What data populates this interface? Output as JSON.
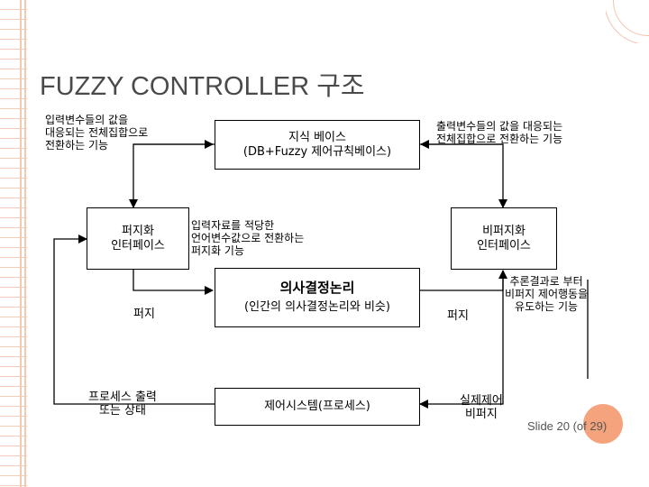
{
  "title": "FUZZY CONTROLLER 구조",
  "labels": {
    "input_mapping": [
      "입력변수들의 값을",
      "대응되는 전체집합으로",
      "전환하는 기능"
    ],
    "output_mapping": [
      "출력변수들의 값을 대응되는",
      "전체집합으로 전환하는 기능"
    ],
    "fuzzify_function": [
      "입력자료를 적당한",
      "언어변수값으로 전환하는",
      "퍼지화 기능"
    ],
    "defuzzify_function": [
      "추론결과로 부터",
      "비퍼지 제어행동을",
      "유도하는 기능"
    ],
    "fuzzy_left": "퍼지",
    "fuzzy_right": "퍼지",
    "process_output": [
      "프로세스 출력",
      "또는 상태"
    ],
    "actual_control": [
      "실제제어",
      "비퍼지"
    ]
  },
  "boxes": {
    "knowledge_base": [
      "지식 베이스",
      "(DB+Fuzzy 제어규칙베이스)"
    ],
    "fuzzification": [
      "퍼지화",
      "인터페이스"
    ],
    "defuzzification": [
      "비퍼지화",
      "인터페이스"
    ],
    "decision_logic_title": "의사결정논리",
    "decision_logic_sub": "(인간의 의사결정논리와 비슷)",
    "control_system": "제어시스템(프로세스)"
  },
  "slide": {
    "text": "Slide 20 (of 29)"
  },
  "colors": {
    "accent": "#f4a37c",
    "margin_lines": "#f2c9b3"
  }
}
